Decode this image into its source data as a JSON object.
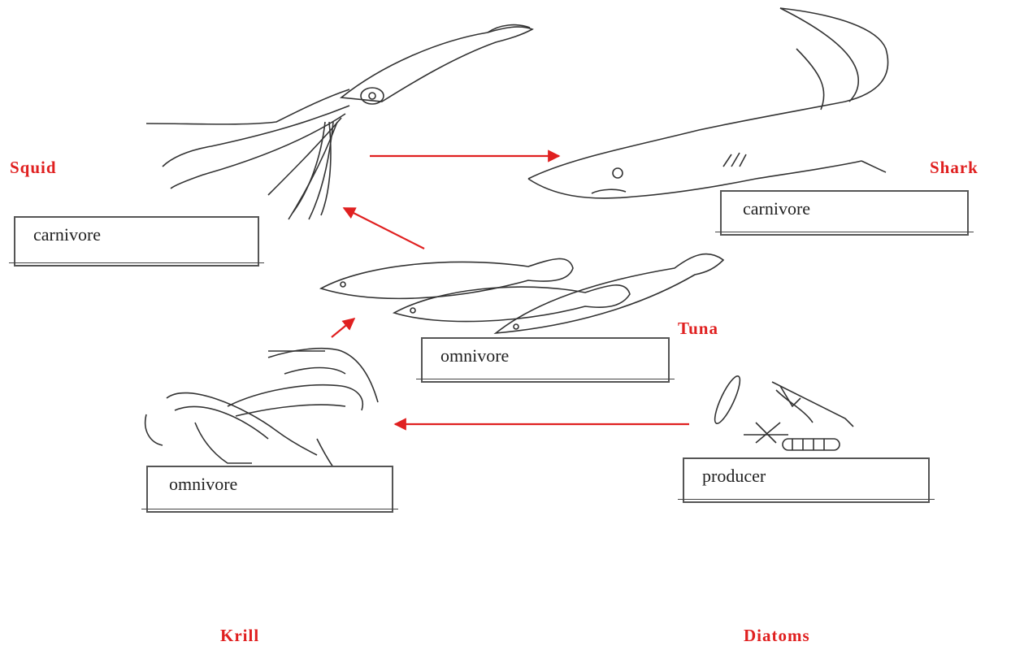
{
  "colors": {
    "label": "#e02020",
    "arrow": "#e02020",
    "drawing": "#333333"
  },
  "organisms": {
    "squid": {
      "name": "Squid",
      "role": "carnivore"
    },
    "shark": {
      "name": "Shark",
      "role": "carnivore"
    },
    "tuna": {
      "name": "Tuna",
      "role": "omnivore"
    },
    "krill": {
      "name": "Krill",
      "role": "omnivore"
    },
    "diatoms": {
      "name": "Diatoms",
      "role": "producer"
    }
  },
  "links": [
    {
      "from": "squid",
      "to": "shark"
    },
    {
      "from": "tuna",
      "to": "squid"
    },
    {
      "from": "krill",
      "to": "tuna"
    },
    {
      "from": "diatoms",
      "to": "krill"
    }
  ]
}
